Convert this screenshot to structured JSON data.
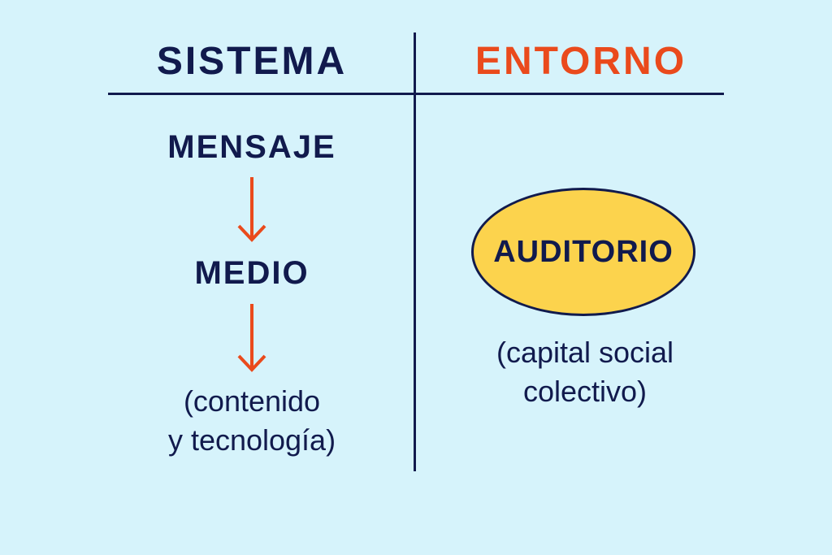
{
  "headers": {
    "left": "SISTEMA",
    "right": "ENTORNO"
  },
  "system": {
    "node1": "MENSAJE",
    "node2": "MEDIO",
    "note_line1": "(contenido",
    "note_line2": "y tecnología)"
  },
  "environment": {
    "oval_label": "AUDITORIO",
    "note_line1": "(capital social",
    "note_line2": "colectivo)"
  },
  "colors": {
    "background": "#d6f3fb",
    "ink": "#111a4d",
    "accent": "#ea4a1c",
    "oval_fill": "#fcd34d"
  }
}
